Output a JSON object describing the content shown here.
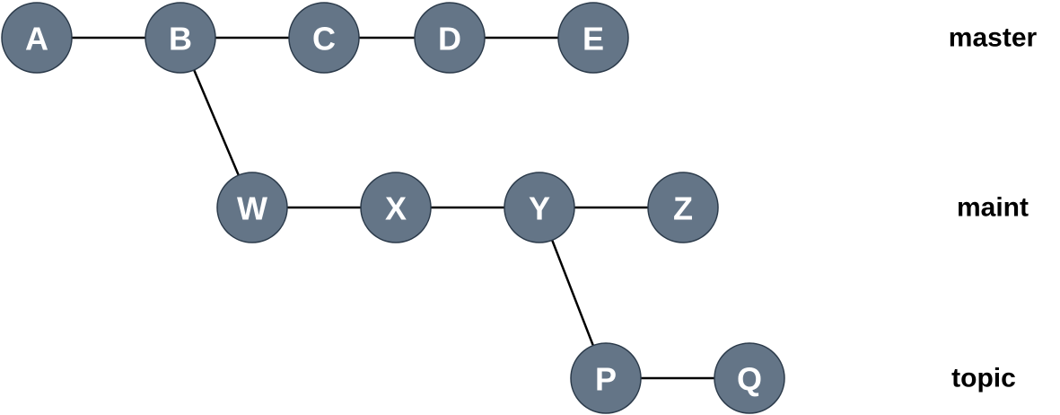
{
  "diagram": {
    "colors": {
      "node_fill": "#647587",
      "node_stroke": "#2b3a4a",
      "edge": "#000000",
      "node_text": "#ffffff",
      "branch_text": "#000000"
    },
    "branches": [
      {
        "id": "master",
        "label": "master",
        "commits": [
          "A",
          "B",
          "C",
          "D",
          "E"
        ]
      },
      {
        "id": "maint",
        "label": "maint",
        "commits": [
          "W",
          "X",
          "Y",
          "Z"
        ]
      },
      {
        "id": "topic",
        "label": "topic",
        "commits": [
          "P",
          "Q"
        ]
      }
    ],
    "edges": [
      [
        "A",
        "B"
      ],
      [
        "B",
        "C"
      ],
      [
        "C",
        "D"
      ],
      [
        "D",
        "E"
      ],
      [
        "B",
        "W"
      ],
      [
        "W",
        "X"
      ],
      [
        "X",
        "Y"
      ],
      [
        "Y",
        "Z"
      ],
      [
        "Y",
        "P"
      ],
      [
        "P",
        "Q"
      ]
    ]
  }
}
